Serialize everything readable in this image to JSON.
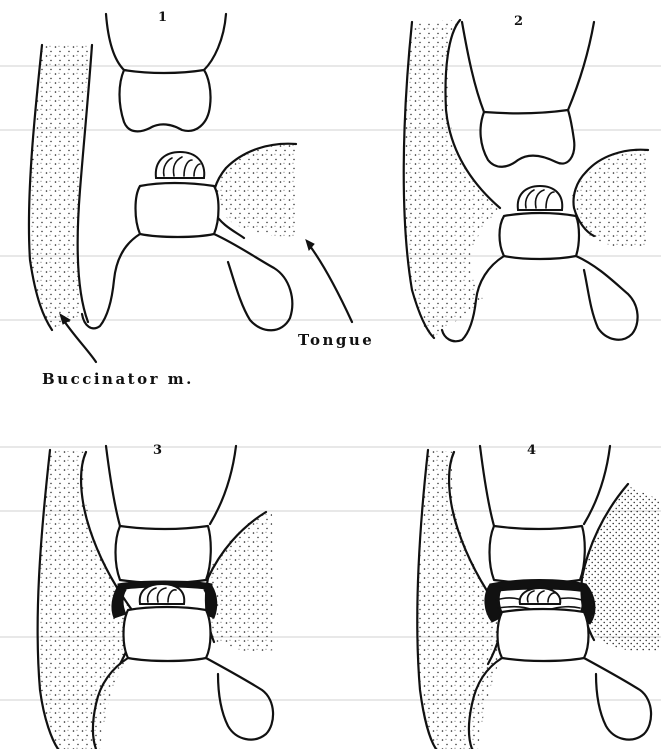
{
  "figure": {
    "panels": [
      {
        "number": "1"
      },
      {
        "number": "2"
      },
      {
        "number": "3"
      },
      {
        "number": "4"
      }
    ],
    "labels": {
      "tongue": "Tongue",
      "buccinator": "Buccinator m."
    }
  }
}
